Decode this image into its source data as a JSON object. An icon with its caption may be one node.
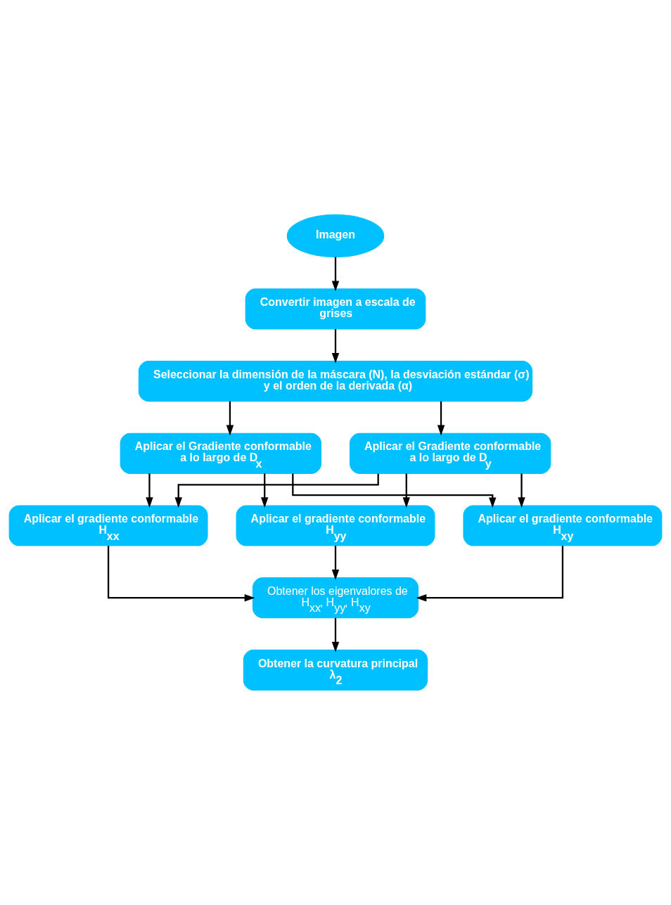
{
  "diagram": {
    "nodes": [
      {
        "text": [
          "Imagen"
        ]
      },
      {
        "text": [
          "Convertir imagen a escala de grises"
        ]
      },
      {
        "text": [
          "Seleccionar la dimensión de la máscara (N), la desviación estándar (σ) y el orden de la derivada (α)"
        ]
      },
      {
        "text": [
          "Aplicar el Gradiente conformable a lo largo de D$_{x}$"
        ]
      },
      {
        "text": [
          "Aplicar el Gradiente conformable a lo largo de D$_{y}$"
        ]
      },
      {
        "text": [
          "Aplicar el gradiente conformable H$_{xx}$"
        ]
      },
      {
        "text": [
          "Aplicar el gradiente conformable H$_{yy}$"
        ]
      },
      {
        "text": [
          "Aplicar el gradiente conformable H$_{xy}$"
        ]
      },
      {
        "text": [
          "Obtener los eigenvalores de H$_{xx}$, H$_{yy}$, H$_{xy}$"
        ]
      },
      {
        "text": [
          "Obtener la curvatura principal λ$_{2}$"
        ]
      }
    ],
    "edges": [
      {
        "from": 0,
        "to": 1,
        "arrow": "to"
      },
      {
        "from": 1,
        "to": 2,
        "arrow": "to"
      },
      {
        "from": 2,
        "to": 3,
        "arrow": "to"
      },
      {
        "from": 2,
        "to": 4,
        "arrow": "to"
      },
      {
        "from": 3,
        "to": 5,
        "arrow": "to"
      },
      {
        "from": 3,
        "to": 7,
        "arrow": "to"
      },
      {
        "from": 3,
        "to": 6,
        "arrow": "to"
      },
      {
        "from": 4,
        "to": 5,
        "arrow": "to"
      },
      {
        "from": 4,
        "to": 7,
        "arrow": "to"
      },
      {
        "from": 4,
        "to": 6,
        "arrow": "to"
      },
      {
        "from": 5,
        "to": 8,
        "arrow": "to"
      },
      {
        "from": 7,
        "to": 8,
        "arrow": "to"
      },
      {
        "from": 6,
        "to": 8,
        "arrow": "to"
      },
      {
        "from": 8,
        "to": 9,
        "arrow": "to"
      }
    ]
  }
}
